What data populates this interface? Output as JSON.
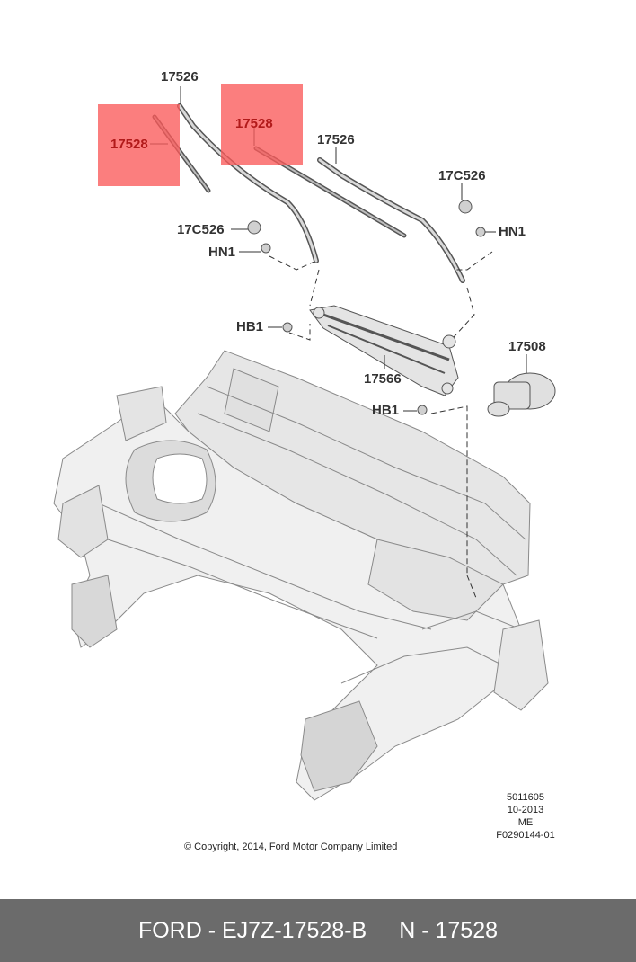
{
  "callouts": {
    "wiper_arm_left": "17526",
    "wiper_blade_left": "17528",
    "wiper_blade_right": "17528",
    "wiper_arm_right": "17526",
    "nut_cap_right": "17C526",
    "nut_right": "HN1",
    "nut_cap_left": "17C526",
    "nut_left": "HN1",
    "bolt_upper": "HB1",
    "wiper_motor": "17508",
    "linkage": "17566",
    "bolt_lower": "HB1"
  },
  "diagram_meta": {
    "ref_number": "5011605",
    "date": "10-2013",
    "region": "ME",
    "figure_id": "F0290144-01"
  },
  "copyright": "© Copyright, 2014, Ford Motor Company Limited",
  "footer": {
    "part_number": "FORD - EJ7Z-17528-B",
    "reference": "N - 17528"
  },
  "colors": {
    "highlight": "#fa5a5a",
    "footer_bg": "#6b6b6b",
    "label_text": "#333333"
  }
}
